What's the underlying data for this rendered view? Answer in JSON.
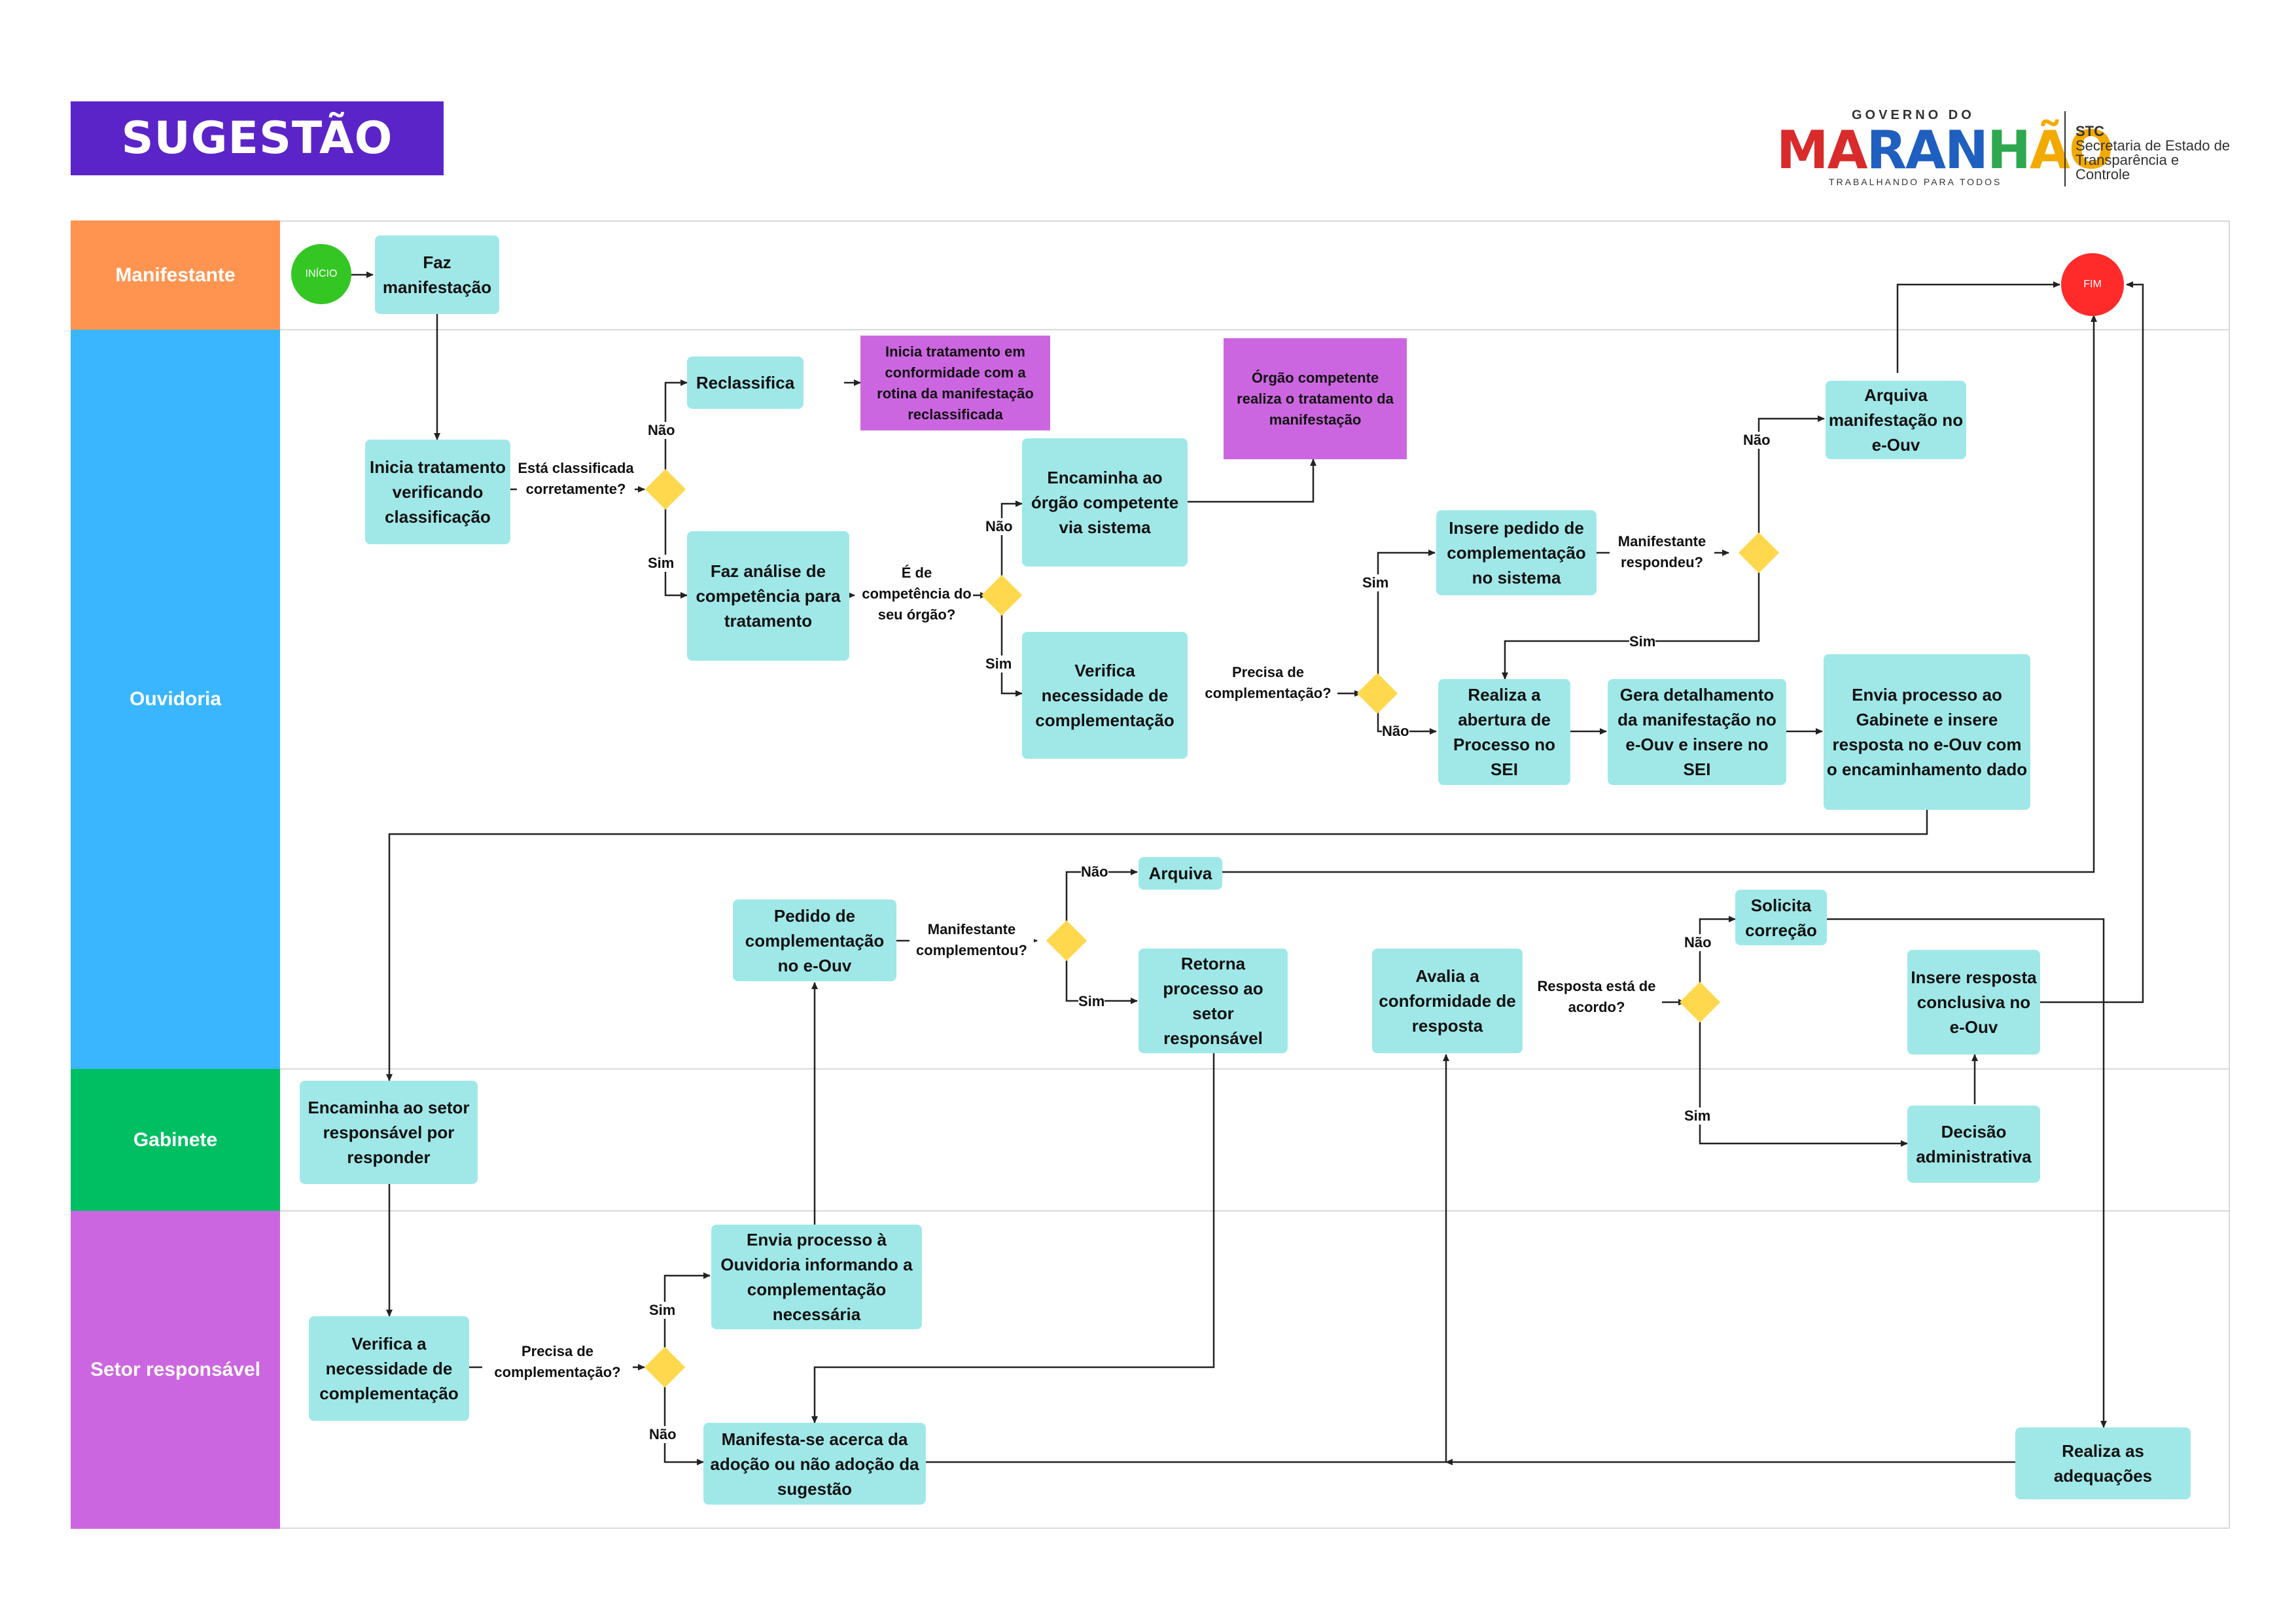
{
  "title": "SUGESTÃO",
  "logo": {
    "governo": "GOVERNO DO",
    "maranhao": "MARANHÃO",
    "slogan": "TRABALHANDO PARA TODOS",
    "stc": "STC",
    "secretaria_line1": "Secretaria de Estado de",
    "secretaria_line2": "Transparência e Controle"
  },
  "colors": {
    "title_bg": "#5b24c9",
    "manifestante": "#ff9450",
    "ouvidoria": "#39b6ff",
    "gabinete": "#00bf63",
    "setor": "#cc66e0",
    "task": "#a0e8e8",
    "decision": "#ffd84d",
    "start": "#34c724",
    "end": "#ff2b2b"
  },
  "lanes": {
    "manifestante": "Manifestante",
    "ouvidoria": "Ouvidoria",
    "gabinete": "Gabinete",
    "setor": "Setor responsável"
  },
  "events": {
    "inicio": "INÍCIO",
    "fim": "FIM"
  },
  "tasks": {
    "faz_manifestacao": "Faz manifestação",
    "inicia_tratamento": "Inicia tratamento verificando classificação",
    "reclassifica": "Reclassifica",
    "faz_analise": "Faz análise de competência para tratamento",
    "encaminha_orgao": "Encaminha ao órgão competente via sistema",
    "verifica_necessidade_ouv": "Verifica necessidade de complementação",
    "insere_pedido": "Insere pedido de complementação no sistema",
    "arquiva_manifestacao": "Arquiva manifestação no e-Ouv",
    "realiza_abertura": "Realiza a abertura de Processo no SEI",
    "gera_detalhamento": "Gera detalhamento da manifestação no e-Ouv e insere no SEI",
    "envia_gabinete": "Envia processo ao Gabinete e insere resposta no e-Ouv com o encaminhamento dado",
    "arquiva": "Arquiva",
    "pedido_complementacao": "Pedido de complementação no e-Ouv",
    "retorna_processo": "Retorna processo ao setor responsável",
    "avalia_conformidade": "Avalia a conformidade de resposta",
    "solicita_correcao": "Solicita correção",
    "insere_resposta": "Insere resposta conclusiva no e-Ouv",
    "encaminha_setor": "Encaminha ao setor responsável por responder",
    "decisao_administrativa": "Decisão administrativa",
    "verifica_necessidade_setor": "Verifica a necessidade de complementação",
    "envia_ouvidoria": "Envia processo à Ouvidoria informando a complementação necessária",
    "manifesta_se": "Manifesta-se acerca da adoção ou não adoção da sugestão",
    "realiza_adequacoes": "Realiza as adequações"
  },
  "notes": {
    "inicia_tratamento_rotina": "Inicia tratamento em conformidade com a rotina da manifestação reclassificada",
    "orgao_competente": "Órgão competente realiza o tratamento da manifestação"
  },
  "questions": {
    "esta_classificada": "Está classificada corretamente?",
    "e_de_competencia": "É de competência do seu órgão?",
    "precisa_complementacao_ouv": "Precisa de complementação?",
    "manifestante_respondeu": "Manifestante respondeu?",
    "manifestante_complementou": "Manifestante complementou?",
    "resposta_esta_de_acordo": "Resposta está de acordo?",
    "precisa_complementacao_setor": "Precisa de complementação?"
  },
  "branch_labels": {
    "sim": "Sim",
    "nao": "Não"
  }
}
